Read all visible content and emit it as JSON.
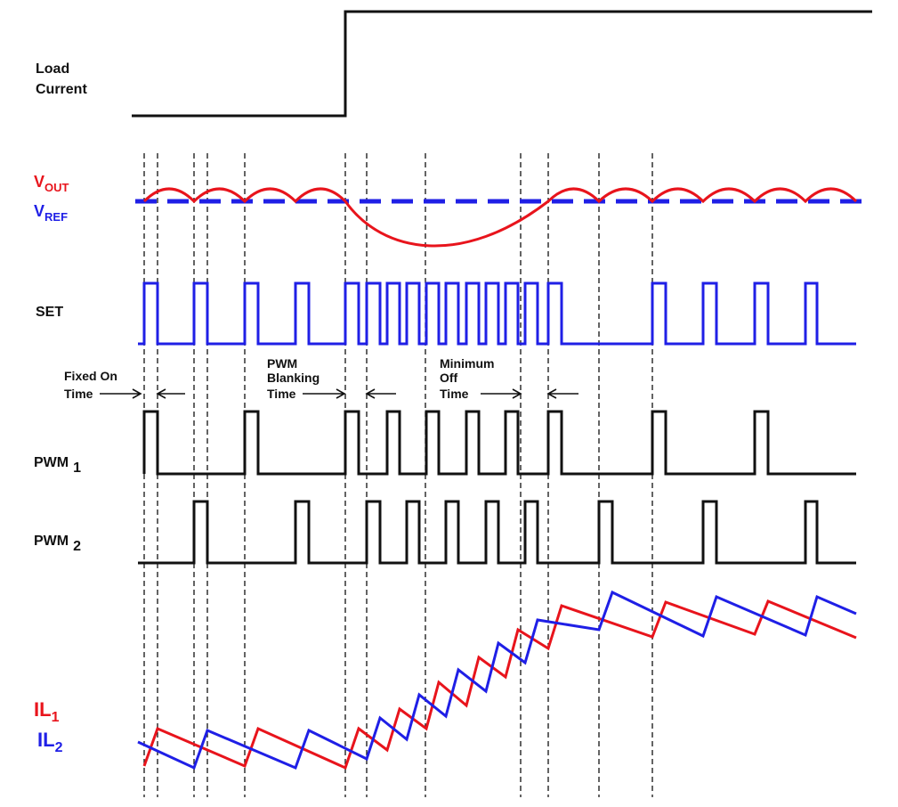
{
  "signals": {
    "load_current": {
      "line1": "Load",
      "line2": "Current"
    },
    "vout": {
      "main": "V",
      "sub": "OUT"
    },
    "vref": {
      "main": "V",
      "sub": "REF"
    },
    "set": {
      "label": "SET"
    },
    "pwm1": {
      "main": "PWM",
      "sub": "1"
    },
    "pwm2": {
      "main": "PWM",
      "sub": "2"
    },
    "il1": {
      "main": "IL",
      "sub": "1"
    },
    "il2": {
      "main": "IL",
      "sub": "2"
    }
  },
  "annotations": {
    "fixed_on": {
      "line1": "Fixed On",
      "line2": "Time"
    },
    "pwm_blanking": {
      "line1": "PWM",
      "line2": "Blanking",
      "line3": "Time"
    },
    "minimum_off": {
      "line1": "Minimum",
      "line2": "Off",
      "line3": "Time"
    }
  },
  "colors": {
    "vout": "#e8141c",
    "vref": "#1f1fe6",
    "set": "#1f1fe6",
    "il1": "#e8141c",
    "il2": "#1f1fe6",
    "logic": "#111111"
  }
}
